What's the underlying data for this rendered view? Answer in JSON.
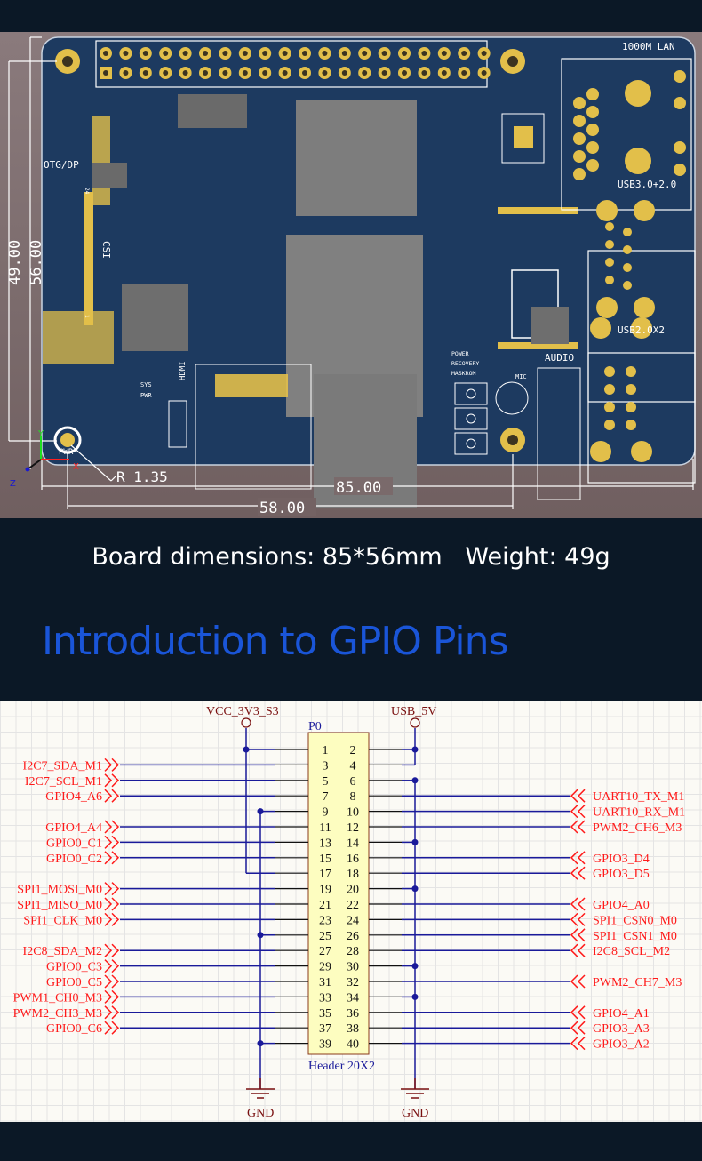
{
  "board": {
    "labels": {
      "lan": "1000M LAN",
      "usb3": "USB3.0+2.0",
      "usb2": "USB2.0X2",
      "audio": "AUDIO",
      "mic": "MIC",
      "otg": "OTG/DP",
      "csi": "CSI",
      "hdmi": "HDMI",
      "sys": "SYS",
      "pwr_led": "PWR",
      "pwr": "PWR",
      "power": "POWER",
      "recovery": "RECOVERY",
      "maskrom": "MASKROM",
      "csi_pin24": "24",
      "csi_pin1": "1"
    },
    "dimensions": {
      "width": "85.00",
      "height": "56.00",
      "hole_spacing_x": "58.00",
      "hole_spacing_y": "49.00",
      "radius": "R 1.35"
    },
    "axes": {
      "x": "X",
      "y": "Y",
      "z": "Z"
    },
    "colors": {
      "pcb": "#1d3a60",
      "pad": "#e2bf4a",
      "chip": "#7d7d7d",
      "silk": "#ffffff"
    }
  },
  "info": {
    "dimensions_text": "Board dimensions: 85*56mm   Weight: 49g",
    "section_title": "Introduction to GPIO Pins"
  },
  "schematic": {
    "designator": "P0",
    "part_name": "Header 20X2",
    "power_left": "VCC_3V3_S3",
    "power_right": "USB_5V",
    "ground_left": "GND",
    "ground_right": "GND",
    "colors": {
      "net_label": "#ff1a1a",
      "wire": "#1a1a9a",
      "power": "#7a1010",
      "body": "#fdfdc0"
    },
    "left_labels": [
      {
        "pin": 3,
        "label": "I2C7_SDA_M1"
      },
      {
        "pin": 5,
        "label": "I2C7_SCL_M1"
      },
      {
        "pin": 7,
        "label": "GPIO4_A6"
      },
      {
        "pin": 11,
        "label": "GPIO4_A4"
      },
      {
        "pin": 13,
        "label": "GPIO0_C1"
      },
      {
        "pin": 15,
        "label": "GPIO0_C2"
      },
      {
        "pin": 19,
        "label": "SPI1_MOSI_M0"
      },
      {
        "pin": 21,
        "label": "SPI1_MISO_M0"
      },
      {
        "pin": 23,
        "label": "SPI1_CLK_M0"
      },
      {
        "pin": 27,
        "label": "I2C8_SDA_M2"
      },
      {
        "pin": 29,
        "label": "GPIO0_C3"
      },
      {
        "pin": 31,
        "label": "GPIO0_C5"
      },
      {
        "pin": 33,
        "label": "PWM1_CH0_M3"
      },
      {
        "pin": 35,
        "label": "PWM2_CH3_M3"
      },
      {
        "pin": 37,
        "label": "GPIO0_C6"
      }
    ],
    "right_labels": [
      {
        "pin": 8,
        "label": "UART10_TX_M1"
      },
      {
        "pin": 10,
        "label": "UART10_RX_M1"
      },
      {
        "pin": 12,
        "label": "PWM2_CH6_M3"
      },
      {
        "pin": 16,
        "label": "GPIO3_D4"
      },
      {
        "pin": 18,
        "label": "GPIO3_D5"
      },
      {
        "pin": 22,
        "label": "GPIO4_A0"
      },
      {
        "pin": 24,
        "label": "SPI1_CSN0_M0"
      },
      {
        "pin": 26,
        "label": "SPI1_CSN1_M0"
      },
      {
        "pin": 28,
        "label": "I2C8_SCL_M2"
      },
      {
        "pin": 32,
        "label": "PWM2_CH7_M3"
      },
      {
        "pin": 36,
        "label": "GPIO4_A1"
      },
      {
        "pin": 38,
        "label": "GPIO3_A3"
      },
      {
        "pin": 40,
        "label": "GPIO3_A2"
      }
    ],
    "vcc3v3_pins": [
      1,
      17
    ],
    "usb5v_pins": [
      2,
      4
    ],
    "gnd_left_pins": [
      9,
      25,
      39
    ],
    "gnd_right_pins": [
      6,
      14,
      20,
      30,
      34
    ]
  }
}
